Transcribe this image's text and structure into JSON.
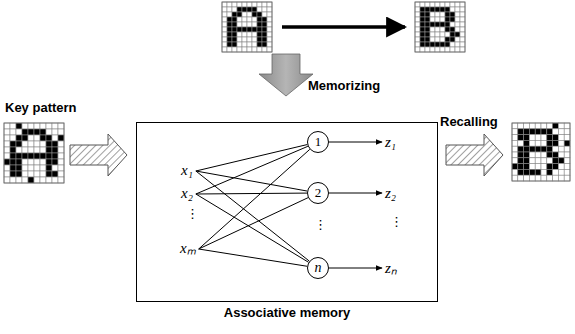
{
  "diagram": {
    "nodes": [
      {
        "text": [
          "Associative memory"
        ]
      },
      {
        "text": [
          "1"
        ],
        "in": 0
      },
      {
        "text": [
          "2"
        ],
        "in": 0
      },
      {
        "text": [
          "n"
        ],
        "in": 0
      }
    ],
    "labels": [
      "Memorizing",
      "Key pattern",
      "Recalling",
      "x₁",
      "x₂",
      "⋮",
      "xₘ",
      "⋮",
      "z₁",
      "z₂",
      "⋮",
      "zₙ"
    ]
  }
}
